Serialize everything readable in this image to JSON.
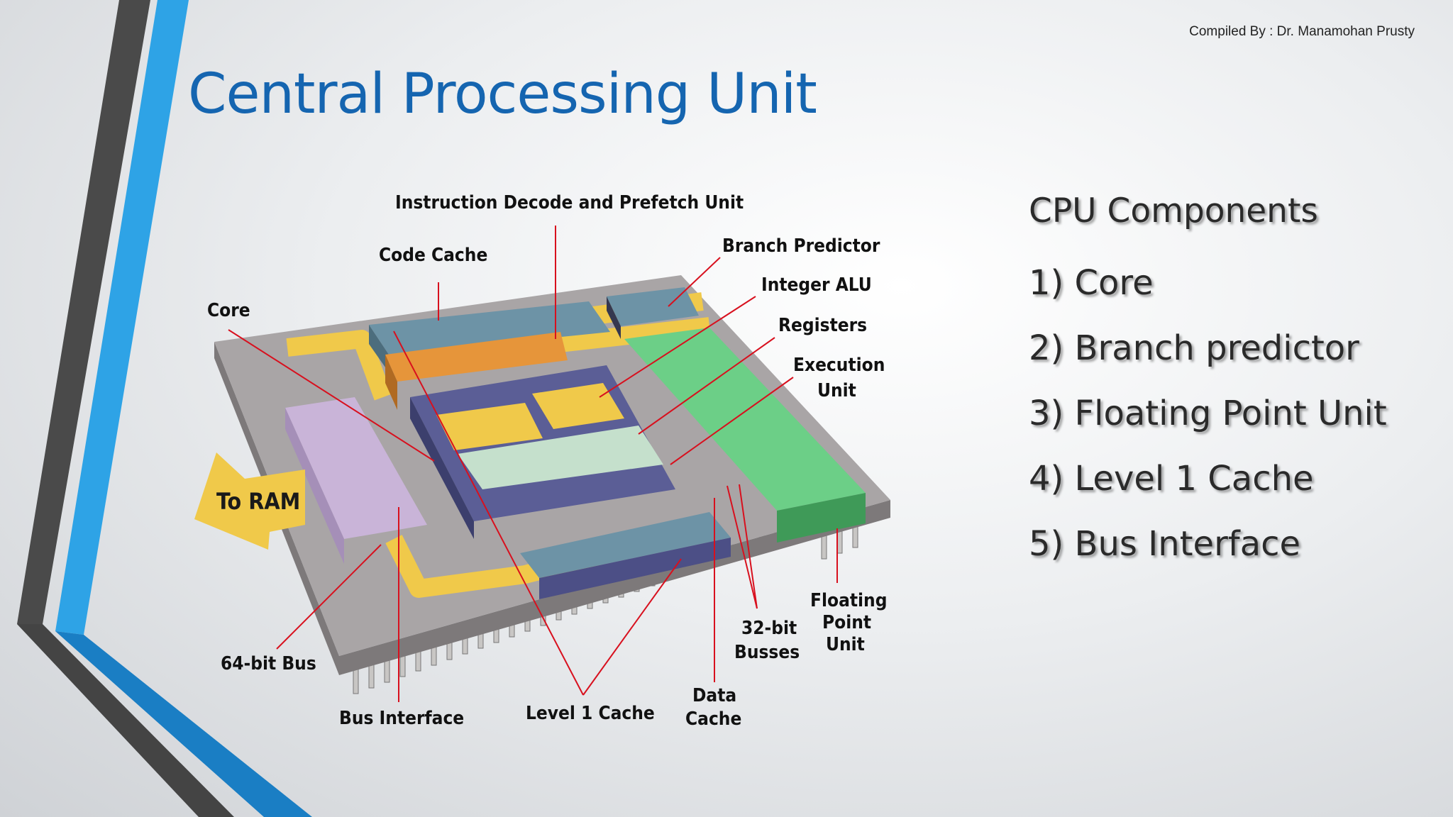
{
  "header": {
    "credit": "Compiled By : Dr. Manamohan Prusty",
    "title": "Central Processing Unit"
  },
  "diagram": {
    "labels": {
      "instruction_decode": "Instruction Decode and Prefetch Unit",
      "code_cache": "Code Cache",
      "branch_predictor": "Branch Predictor",
      "core": "Core",
      "integer_alu": "Integer ALU",
      "registers": "Registers",
      "execution_1": "Execution",
      "execution_2": "Unit",
      "to_ram": "To RAM",
      "bus64": "64-bit Bus",
      "bus_interface": "Bus Interface",
      "level1_cache": "Level 1 Cache",
      "data_cache_1": "Data",
      "data_cache_2": "Cache",
      "busses32_1": "32-bit",
      "busses32_2": "Busses",
      "fpu_1": "Floating",
      "fpu_2": "Point",
      "fpu_3": "Unit"
    },
    "colors": {
      "leader": "#d8101e",
      "board": "#a9a5a6",
      "trace": "#f0c94a",
      "cache": "#6d93a6",
      "decode": "#e6953a",
      "core": "#4c4f86",
      "fpu": "#5cc77a",
      "bus_interface": "#c9b4d8",
      "registers": "#c5e0cc"
    }
  },
  "components": {
    "heading": "CPU Components",
    "items": [
      "1) Core",
      "2) Branch predictor",
      "3) Floating Point Unit",
      "4) Level 1 Cache",
      "5) Bus Interface"
    ]
  }
}
